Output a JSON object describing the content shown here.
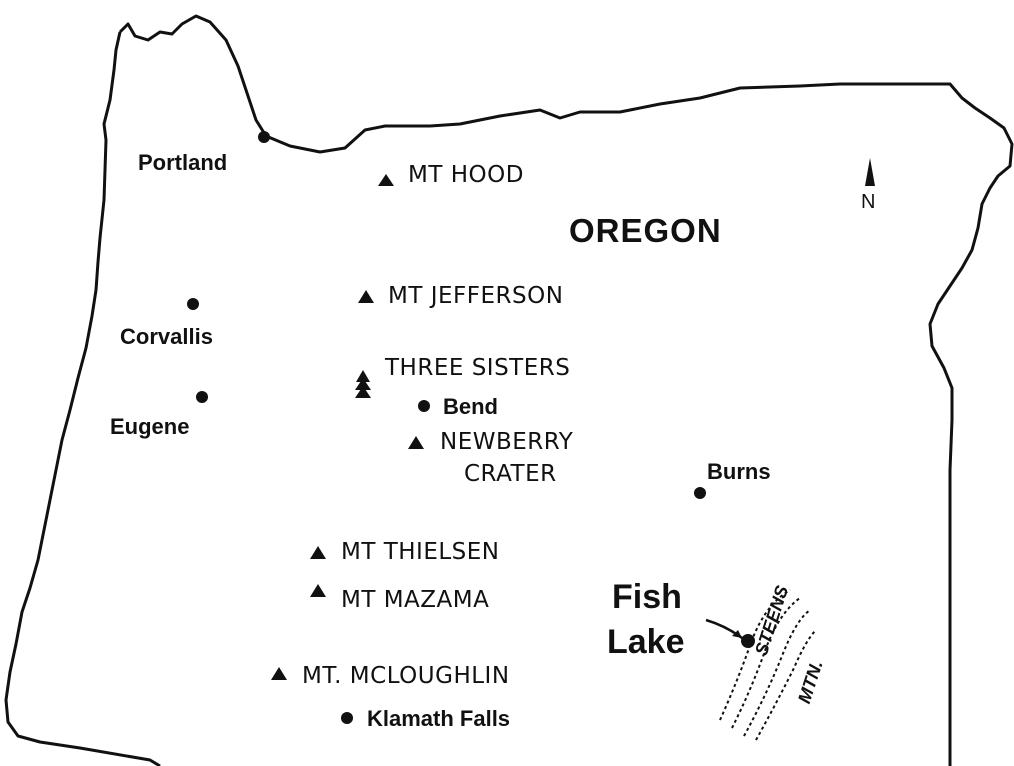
{
  "map": {
    "title": "OREGON",
    "north_label": "N",
    "cities": [
      {
        "id": "portland",
        "name": "Portland"
      },
      {
        "id": "corvallis",
        "name": "Corvallis"
      },
      {
        "id": "eugene",
        "name": "Eugene"
      },
      {
        "id": "bend",
        "name": "Bend"
      },
      {
        "id": "burns",
        "name": "Burns"
      },
      {
        "id": "klamath",
        "name": "Klamath Falls"
      }
    ],
    "mountains": [
      {
        "id": "hood",
        "name": "MT  HOOD"
      },
      {
        "id": "jefferson",
        "name": "MT  JEFFERSON"
      },
      {
        "id": "sisters",
        "name": "THREE SISTERS"
      },
      {
        "id": "newberry",
        "name_line1": "NEWBERRY",
        "name_line2": "CRATER"
      },
      {
        "id": "thielsen",
        "name": "MT  THIELSEN"
      },
      {
        "id": "mazama",
        "name": "MT  MAZAMA"
      },
      {
        "id": "mcloughlin",
        "name": "MT. MCLOUGHLIN"
      }
    ],
    "highlight": {
      "line1": "Fish",
      "line2": "Lake"
    },
    "range": {
      "line1": "STEENS",
      "line2": "MTN."
    },
    "symbols": {
      "city": "filled-circle",
      "mountain": "filled-triangle"
    },
    "colors": {
      "ink": "#111111",
      "paper": "#ffffff"
    }
  }
}
